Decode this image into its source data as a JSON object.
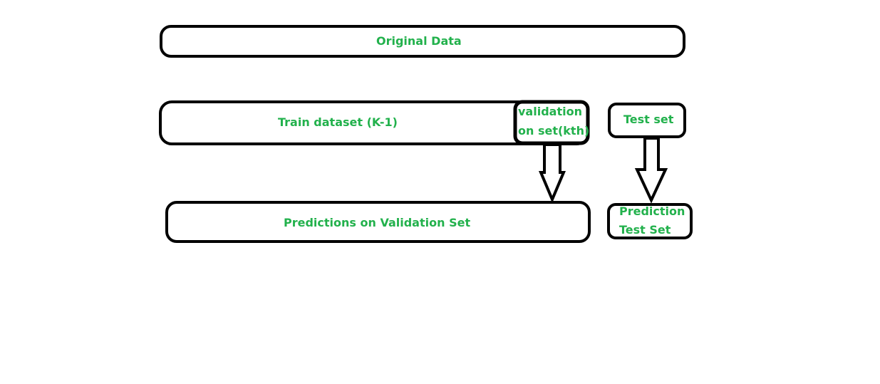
{
  "colors": {
    "label_text": "#22b14c",
    "outline": "#000000",
    "background": "#ffffff"
  },
  "nodes": {
    "original_data": "Original Data",
    "train_dataset": "Train dataset (K-1)",
    "validation_line1": "validation",
    "validation_line2": "on set(kth)",
    "test_set": "Test set",
    "predictions_validation": "Predictions on Validation Set",
    "prediction_test_line1": "Prediction",
    "prediction_test_line2": "Test Set"
  }
}
